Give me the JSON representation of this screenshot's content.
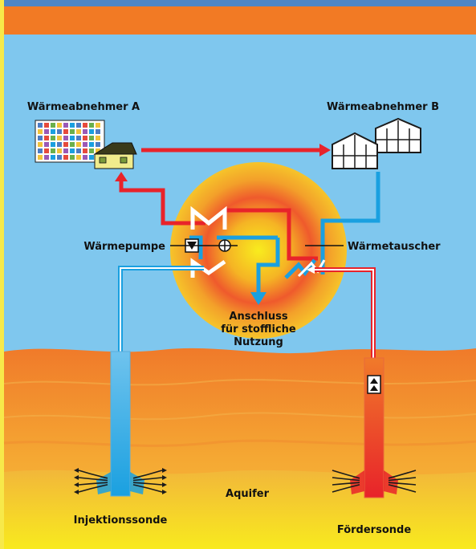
{
  "labels": {
    "consumer_a": "Wärmeabnehmer A",
    "consumer_b": "Wärmeabnehmer B",
    "heat_pump": "Wärmepumpe",
    "heat_exchanger": "Wärmetauscher",
    "connection_line1": "Anschluss",
    "connection_line2": "für stoffliche",
    "connection_line3": "Nutzung",
    "aquifer": "Aquifer",
    "injection_well": "Injektionssonde",
    "production_well": "Fördersonde"
  },
  "colors": {
    "header_bar": "#f27a24",
    "sky": "#7fc7ee",
    "hot_line": "#e8232a",
    "cold_line": "#1aa0e0",
    "ground": "#f07a2a",
    "aquifer_top": "#f0c43c",
    "aquifer_bottom": "#f7e71f",
    "heat_center": "#f6e51c",
    "heat_edge": "#f29a2a"
  },
  "icons": {
    "heat_pump_symbol": "pump-triangle-icon",
    "pump_symbol": "well-pump-icon",
    "apartment": "apartment-building-icon",
    "house": "house-icon",
    "greenhouse": "greenhouse-icon"
  }
}
